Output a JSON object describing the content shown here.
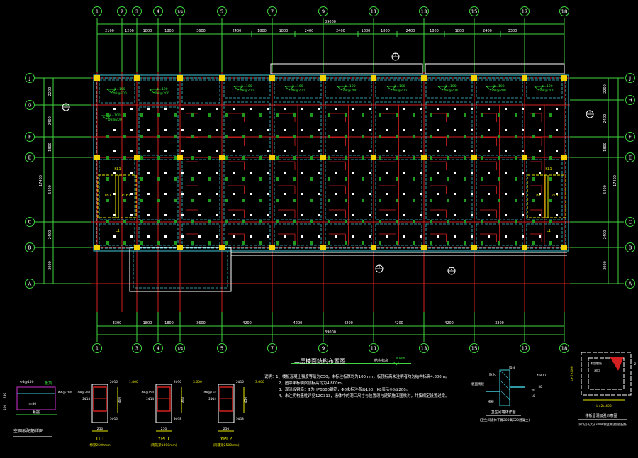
{
  "drawing": {
    "title": "二层楼面结构布置图",
    "scale_label": "结构标高",
    "elevation_mark": "4.800",
    "notes": [
      "说明：1、楼板混凝土强度等级为C30，未标注板厚均为100mm，板顶标高未注明者均为结构标高4.800m。",
      "2、图中未标明梁顶标高均为4.800m。",
      "3、现浇板钢筋：Φ为HPB300钢筋，Φ8未标注者@150，K8表示Φ8@200。",
      "4、未注明构造柱详见12G313，墙体中的洞口尺寸与位置须与建筑施工图核对，并按规定设置过梁。"
    ],
    "colors": {
      "background": "#000000",
      "axis": "#3fd63f",
      "beam": "#d42020",
      "slab_edge": "#3fc8d8",
      "column": "#f2d200",
      "text": "#ffffff",
      "rebar_text": "#36e836",
      "detail_yellow": "#e8e800",
      "magenta": "#d030d0"
    }
  },
  "axes": {
    "top_labels": [
      "1",
      "2",
      "3",
      "4",
      "1/4",
      "5",
      "7",
      "9",
      "11",
      "13",
      "15",
      "17",
      "18"
    ],
    "bottom_labels": [
      "1",
      "3",
      "4",
      "1/4",
      "5",
      "7",
      "9",
      "11",
      "13",
      "15",
      "17",
      "18"
    ],
    "left_labels": [
      "J",
      "G",
      "F",
      "E",
      "C",
      "B",
      "A"
    ],
    "right_labels": [
      "J",
      "H",
      "F",
      "E",
      "C",
      "B",
      "A"
    ],
    "top_dims": [
      "2100",
      "1200",
      "1800",
      "1800",
      "3600",
      "2400",
      "1800",
      "1800",
      "2400",
      "2400",
      "1800",
      "1800",
      "2400",
      "1800",
      "1800",
      "2400",
      "3300"
    ],
    "top_total": "39000",
    "bottom_dims": [
      "3300",
      "1800",
      "1800",
      "3600",
      "4200",
      "4200",
      "4200",
      "4200",
      "4200",
      "3300"
    ],
    "bottom_total": "39000",
    "left_dims": [
      "2200",
      "2400",
      "1800",
      "5400",
      "2400",
      "3000"
    ],
    "left_total": "17400",
    "right_dims": [
      "2200",
      "2400",
      "1800",
      "5400",
      "2400",
      "3000"
    ],
    "right_total": "17400"
  },
  "plan_labels": {
    "slab_tag": "h=100",
    "rebar_tag": "Φ8@200",
    "beam_tag_1": "KL1",
    "beam_tag_2": "L1",
    "section_mark": "1",
    "section_mark_2": "2",
    "stair_label": "TB1",
    "stair_label_2": "PTB1"
  },
  "details": {
    "aircon": {
      "title": "空调板配筋详图",
      "top_bar": "Φ8@150",
      "dist_bar": "Φ6@200",
      "tag": "板顶",
      "thickness": "h=80",
      "dim_1": "250",
      "dim_2": "400",
      "width": "悬挑"
    },
    "beams": [
      {
        "name": "TL1",
        "note": "(梯梁2500mm)",
        "top": "2Φ16",
        "stirrup": "Φ8@200",
        "mid": "2Φ14",
        "bottom": "3Φ16",
        "width": "250",
        "height": "400",
        "elev": "1.800"
      },
      {
        "name": "YPL1",
        "note": "(雨篷梁1800mm)",
        "top": "2Φ16",
        "stirrup": "Φ8@150",
        "mid": "2Φ14",
        "bottom": "3Φ18",
        "width": "250",
        "height": "400",
        "elev": "3.600"
      },
      {
        "name": "YPL2",
        "note": "(雨篷梁2500mm)",
        "top": "2Φ16",
        "stirrup": "Φ8@150",
        "mid": "2Φ14",
        "bottom": "3Φ18",
        "width": "250",
        "height": "450",
        "elev": "3.600"
      }
    ],
    "wall_joint": {
      "title": "卫生间墙体详图",
      "subtitle": "(卫生间墙体下做200高C20混凝土)",
      "label_1": "墙体",
      "label_2": "板面找坡",
      "label_3": "楼板",
      "label_4": "防水",
      "elev": "4.800",
      "d1": "50",
      "d2": "20",
      "d3": "10"
    },
    "opening": {
      "title": "楼板留洞加强示意图",
      "subtitle": "(洞口边长大于300时按此做法加强配筋)",
      "label_1": "附加钢筋",
      "label_2": "洞口",
      "dim_w": "L+2×400",
      "dim_h": "L+2×400",
      "side": "2"
    }
  }
}
